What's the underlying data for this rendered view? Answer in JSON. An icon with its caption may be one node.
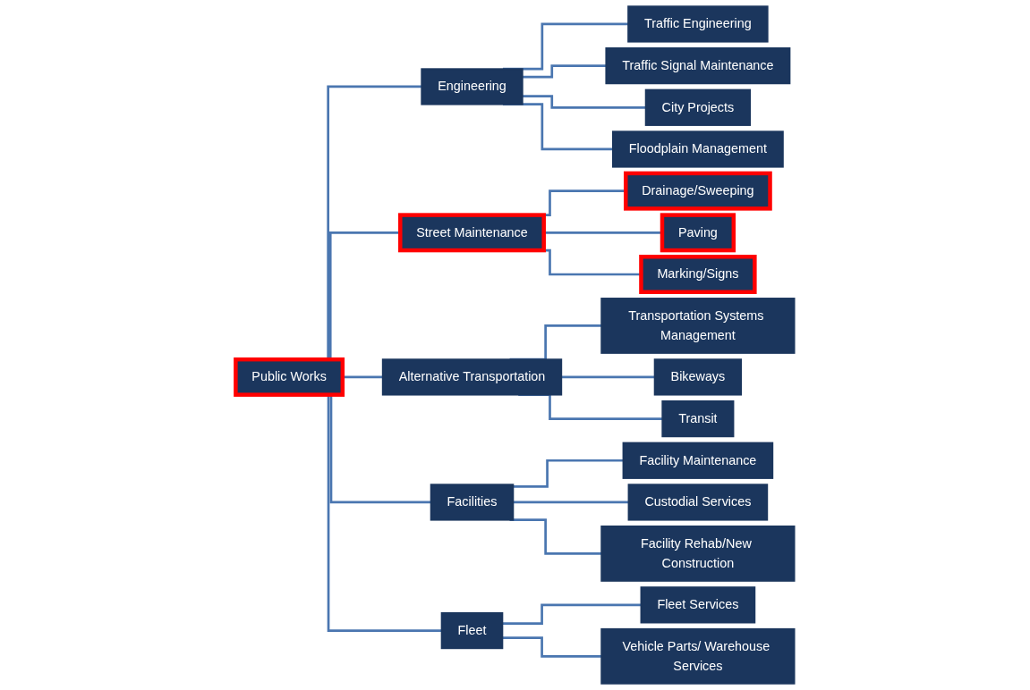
{
  "diagram": {
    "nodes": [
      {
        "text": [
          "Public Works"
        ]
      },
      {
        "text": [
          "Engineering"
        ]
      },
      {
        "text": [
          "Street Maintenance"
        ]
      },
      {
        "text": [
          "Alternative Transportation"
        ]
      },
      {
        "text": [
          "Facilities"
        ]
      },
      {
        "text": [
          "Fleet"
        ]
      },
      {
        "text": [
          "Traffic Engineering"
        ]
      },
      {
        "text": [
          "Traffic Signal Maintenance"
        ]
      },
      {
        "text": [
          "City Projects"
        ]
      },
      {
        "text": [
          "Floodplain Management"
        ]
      },
      {
        "text": [
          "Drainage/Sweeping"
        ]
      },
      {
        "text": [
          "Paving"
        ]
      },
      {
        "text": [
          "Marking/Signs"
        ]
      },
      {
        "text": [
          "Transportation Systems Management"
        ]
      },
      {
        "text": [
          "Bikeways"
        ]
      },
      {
        "text": [
          "Transit"
        ]
      },
      {
        "text": [
          "Facility Maintenance"
        ]
      },
      {
        "text": [
          "Custodial Services"
        ]
      },
      {
        "text": [
          "Facility Rehab/New Construction"
        ]
      },
      {
        "text": [
          "Fleet Services"
        ]
      },
      {
        "text": [
          "Vehicle Parts/ Warehouse Services"
        ]
      }
    ],
    "edges": [
      {
        "from": 0,
        "to": 1,
        "arrow": "none"
      },
      {
        "from": 0,
        "to": 2,
        "arrow": "none"
      },
      {
        "from": 0,
        "to": 3,
        "arrow": "none"
      },
      {
        "from": 0,
        "to": 4,
        "arrow": "none"
      },
      {
        "from": 0,
        "to": 5,
        "arrow": "none"
      },
      {
        "from": 1,
        "to": 6,
        "arrow": "none"
      },
      {
        "from": 1,
        "to": 7,
        "arrow": "none"
      },
      {
        "from": 1,
        "to": 8,
        "arrow": "none"
      },
      {
        "from": 1,
        "to": 9,
        "arrow": "none"
      },
      {
        "from": 2,
        "to": 10,
        "arrow": "none"
      },
      {
        "from": 2,
        "to": 11,
        "arrow": "none"
      },
      {
        "from": 2,
        "to": 12,
        "arrow": "none"
      },
      {
        "from": 3,
        "to": 13,
        "arrow": "none"
      },
      {
        "from": 3,
        "to": 14,
        "arrow": "none"
      },
      {
        "from": 3,
        "to": 15,
        "arrow": "none"
      },
      {
        "from": 4,
        "to": 16,
        "arrow": "none"
      },
      {
        "from": 4,
        "to": 17,
        "arrow": "none"
      },
      {
        "from": 4,
        "to": 18,
        "arrow": "none"
      },
      {
        "from": 5,
        "to": 19,
        "arrow": "none"
      },
      {
        "from": 5,
        "to": 20,
        "arrow": "none"
      }
    ]
  }
}
